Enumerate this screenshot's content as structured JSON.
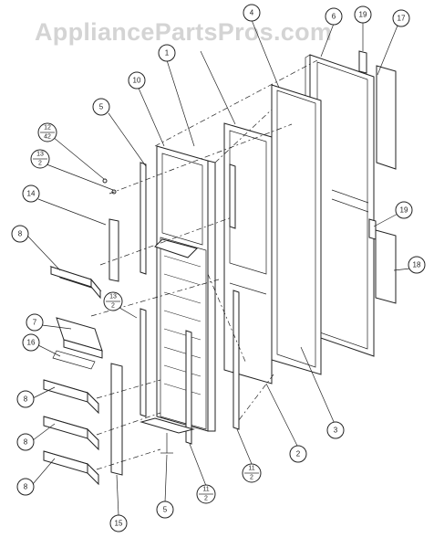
{
  "watermark": "AppliancePartsPros.com",
  "callouts": [
    {
      "id": "c1",
      "label": "1"
    },
    {
      "id": "c2",
      "label": "2"
    },
    {
      "id": "c3",
      "label": "3"
    },
    {
      "id": "c4",
      "label": "4"
    },
    {
      "id": "c5",
      "label": "5"
    },
    {
      "id": "c5b",
      "label": "5"
    },
    {
      "id": "c6",
      "label": "6"
    },
    {
      "id": "c7",
      "label": "7"
    },
    {
      "id": "c8a",
      "label": "8"
    },
    {
      "id": "c8b",
      "label": "8"
    },
    {
      "id": "c8c",
      "label": "8"
    },
    {
      "id": "c8d",
      "label": "8"
    },
    {
      "id": "c10",
      "label": "10"
    },
    {
      "id": "c14",
      "label": "14"
    },
    {
      "id": "c15",
      "label": "15"
    },
    {
      "id": "c16",
      "label": "16"
    },
    {
      "id": "c17",
      "label": "17"
    },
    {
      "id": "c18",
      "label": "18"
    },
    {
      "id": "c19a",
      "label": "19"
    },
    {
      "id": "c19b",
      "label": "19"
    }
  ],
  "fraction_callouts": [
    {
      "id": "f12",
      "top": "12",
      "bottom": "42"
    },
    {
      "id": "f13",
      "top": "13",
      "bottom": "2"
    },
    {
      "id": "f11a",
      "top": "11",
      "bottom": "2"
    },
    {
      "id": "f11b",
      "top": "11",
      "bottom": "2"
    },
    {
      "id": "f13b",
      "top": "13",
      "bottom": "2"
    }
  ]
}
